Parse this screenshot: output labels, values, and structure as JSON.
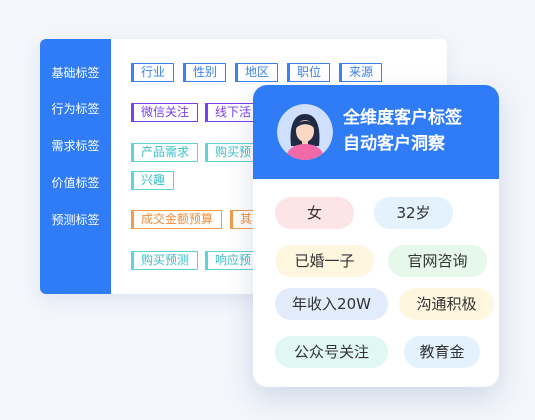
{
  "sidebar": {
    "labels": [
      "基础标签",
      "行为标签",
      "需求标签",
      "价值标签",
      "预测标签"
    ]
  },
  "tags": {
    "row1": [
      "行业",
      "性别",
      "地区",
      "职位",
      "来源"
    ],
    "row2": [
      "微信关注",
      "线下活"
    ],
    "row3": [
      "产品需求",
      "购买预"
    ],
    "row4": [
      "兴趣"
    ],
    "row5": [
      "成交金额预算",
      "其"
    ],
    "row6": [
      "购买预测",
      "响应预"
    ]
  },
  "profile": {
    "title_line1": "全维度客户标签",
    "title_line2": "自动客户洞察",
    "pills": [
      "女",
      "32岁",
      "已婚一子",
      "官网咨询",
      "年收入20W",
      "沟通积极",
      "公众号关注",
      "教育金"
    ]
  },
  "colors": {
    "accent": "#2f7cf6",
    "tag_blue": "#3b82f0",
    "tag_purple": "#7a3ff0",
    "tag_cyan": "#5fd4d8",
    "tag_orange": "#f39a4b"
  },
  "icons": {
    "avatar": "woman-avatar-icon"
  }
}
